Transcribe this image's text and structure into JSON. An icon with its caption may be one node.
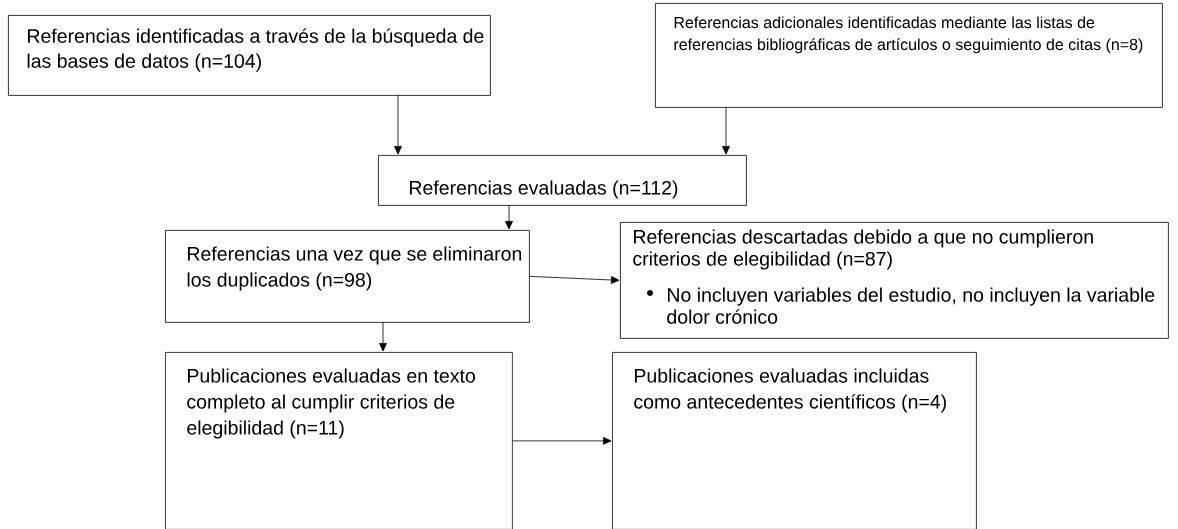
{
  "diagram": {
    "nodes": [
      {
        "text": [
          "Referencias identificadas a través de la búsqueda de las bases de datos (n=104)"
        ]
      },
      {
        "text": [
          "Referencias adicionales identificadas mediante las listas de referencias bibliográficas de artículos o seguimiento de citas (n=8)"
        ]
      },
      {
        "text": [
          "Referencias evaluadas (n=112)"
        ]
      },
      {
        "text": [
          "Referencias una vez que se eliminaron los duplicados (n=98)"
        ]
      },
      {
        "text": [
          "Referencias descartadas debido a que no cumplieron criterios de elegibilidad (n=87)",
          "No incluyen variables del estudio, no incluyen la variable dolor crónico"
        ]
      },
      {
        "text": [
          "Publicaciones evaluadas en texto completo al cumplir criterios de elegibilidad (n=11)"
        ]
      },
      {
        "text": [
          "Publicaciones evaluadas incluidas como antecedentes científicos (n=4)"
        ]
      }
    ],
    "edges": [
      {
        "from": 0,
        "to": 2,
        "arrow": "to"
      },
      {
        "from": 1,
        "to": 2,
        "arrow": "to"
      },
      {
        "from": 2,
        "to": 3,
        "arrow": "to"
      },
      {
        "from": 3,
        "to": 4,
        "arrow": "to"
      },
      {
        "from": 3,
        "to": 5,
        "arrow": "to"
      },
      {
        "from": 5,
        "to": 6,
        "arrow": "to"
      }
    ]
  }
}
